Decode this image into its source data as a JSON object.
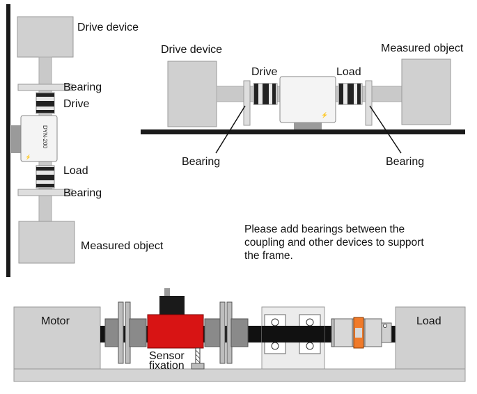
{
  "vertical": {
    "drive_device": "Drive device",
    "bearing_top": "Bearing",
    "drive": "Drive",
    "model": "DYN-200",
    "load": "Load",
    "bearing_bottom": "Bearing",
    "measured_object": "Measured object"
  },
  "horizontal": {
    "drive_device": "Drive device",
    "drive": "Drive",
    "load": "Load",
    "measured_object": "Measured object",
    "bearing_left": "Bearing",
    "bearing_right": "Bearing"
  },
  "note": {
    "lines": [
      "Please add bearings between the",
      "coupling and other devices to support",
      "the frame."
    ]
  },
  "bench": {
    "motor": "Motor",
    "load": "Load",
    "sensor_line1": "Sensor",
    "sensor_line2": "fixation"
  },
  "colors": {
    "sensor": "#d81414",
    "device": "#d0d0d0",
    "frame": "#1a1a1a",
    "coupling_orange": "#f07a2a"
  }
}
